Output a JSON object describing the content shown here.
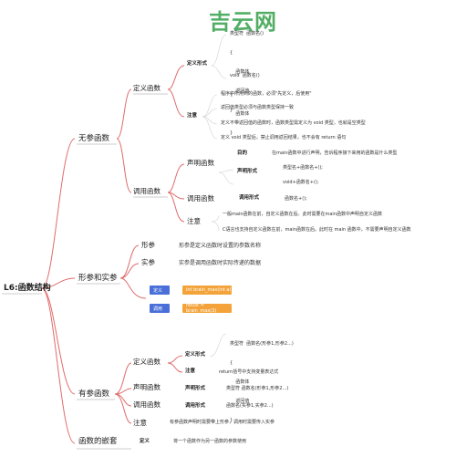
{
  "watermark": "吉云网",
  "root": "L6:函数结构",
  "branches": {
    "no_param": {
      "label": "无参函数",
      "define": {
        "label": "定义函数",
        "form": {
          "label": "定义形式",
          "code1": [
            "类型符  函数名()",
            "{",
            "    函数体",
            "    返回值",
            "}"
          ],
          "code2": [
            "void  函数名()",
            "{",
            "    函数体",
            "}"
          ]
        },
        "notes": {
          "label": "注意",
          "items": [
            "程序中所用到的函数，必须\"先定义，后使用\"",
            "返回值类型必须与函数类型保持一致",
            "定义不带返回值的函数时，函数类型需定义为 void 类型，也就是空类型",
            "定义 void 类型后，禁止调用返回结果，也不会有 return 语句"
          ]
        }
      },
      "call": {
        "label": "调用函数",
        "declare": {
          "label": "声明函数",
          "purpose_label": "目的",
          "purpose": "在main函数中进行声明，告诉程序接下来用的函数是什么类型",
          "form_label": "声明形式",
          "forms": [
            "类型名+函数名+();",
            "void+函数名+();"
          ]
        },
        "invoke": {
          "label": "调用函数",
          "form_label": "调用形式",
          "form": "函数名+();"
        },
        "notes": {
          "label": "注意",
          "items": [
            "一般main函数在前，自定义函数在后。此时需要在main函数中声明自定义函数",
            "C语言也支持自定义函数在前，main函数在后。此时在 main 函数中，不需要声明自定义函数"
          ]
        }
      }
    },
    "params": {
      "label": "形参和实参",
      "formal": {
        "label": "形参",
        "desc": "形参是定义函数时设置的参数名称"
      },
      "actual": {
        "label": "实参",
        "desc": "实参是调用函数时实际传递的数据"
      },
      "example": {
        "define_label": "定义",
        "define_code": "int  brain_max(int a)",
        "call_label": "调用",
        "call_code": "result = brain_max(3)"
      }
    },
    "with_param": {
      "label": "有参函数",
      "define": {
        "label": "定义函数",
        "form": {
          "label": "定义形式",
          "code": [
            "类型符  函数名(形参1,形参2...)",
            "{",
            "    函数体",
            "    返回值",
            "}"
          ]
        },
        "note": {
          "label": "注意",
          "text": "return括号中支持变量表达式"
        }
      },
      "declare": {
        "label": "声明函数",
        "form_label": "声明形式",
        "form": "类型符  函数名(形参1,形参2...)"
      },
      "invoke": {
        "label": "调用函数",
        "form_label": "调用形式",
        "form": "函数名(实参1,实参2...)"
      },
      "note": {
        "label": "注意",
        "text": "有参函数声明时需要带上形参，调用时需要传入实参"
      }
    },
    "nested": {
      "label": "函数的嵌套",
      "def_label": "定义",
      "def": "将一个函数作为另一函数的参数使用"
    }
  }
}
